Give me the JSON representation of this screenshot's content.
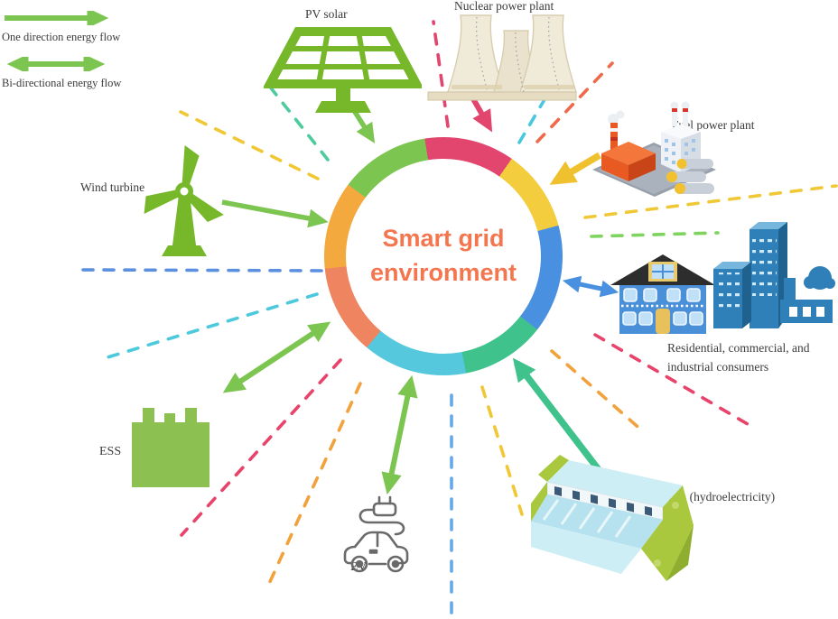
{
  "legend": {
    "one_direction_label": "One direction energy flow",
    "bi_directional_label": "Bi-directional energy flow"
  },
  "center": {
    "title_line1": "Smart grid",
    "title_line2": "environment",
    "title_color": "#f4764f"
  },
  "ring": {
    "start_deg": -9,
    "segments": [
      {
        "name": "nuclear",
        "color": "#e2456e",
        "deg": 44
      },
      {
        "name": "fuel",
        "color": "#f3cd3d",
        "deg": 40
      },
      {
        "name": "consumers",
        "color": "#4a90e0",
        "deg": 53
      },
      {
        "name": "dam",
        "color": "#3fc28c",
        "deg": 41
      },
      {
        "name": "ev",
        "color": "#56c8de",
        "deg": 51
      },
      {
        "name": "ess",
        "color": "#ef8560",
        "deg": 44
      },
      {
        "name": "wind",
        "color": "#f4a93f",
        "deg": 43
      },
      {
        "name": "pv",
        "color": "#7cc551",
        "deg": 44
      }
    ]
  },
  "nodes": {
    "pv_solar": {
      "label": "PV solar"
    },
    "nuclear": {
      "label": "Nuclear power plant"
    },
    "fuel": {
      "label": "Fuel power plant"
    },
    "wind": {
      "label": "Wind turbine"
    },
    "consumers": {
      "label_line1": "Residential, commercial, and",
      "label_line2": "industrial consumers"
    },
    "ess": {
      "label": "ESS"
    },
    "ev": {
      "label": "EV"
    },
    "dam": {
      "label": "Dam (hydroelectricity)"
    }
  },
  "colors": {
    "arrow_green": "#7cc551",
    "arrow_crimson": "#e2456e",
    "arrow_yellow": "#f0c12f",
    "arrow_blue": "#4a90e0",
    "arrow_teal": "#3fc28c",
    "icon_green": "#76b82a",
    "consumer_blue": "#2f7fb8",
    "nuclear_cream": "#f0ead9",
    "dam_bank_green": "#a9c83d"
  }
}
